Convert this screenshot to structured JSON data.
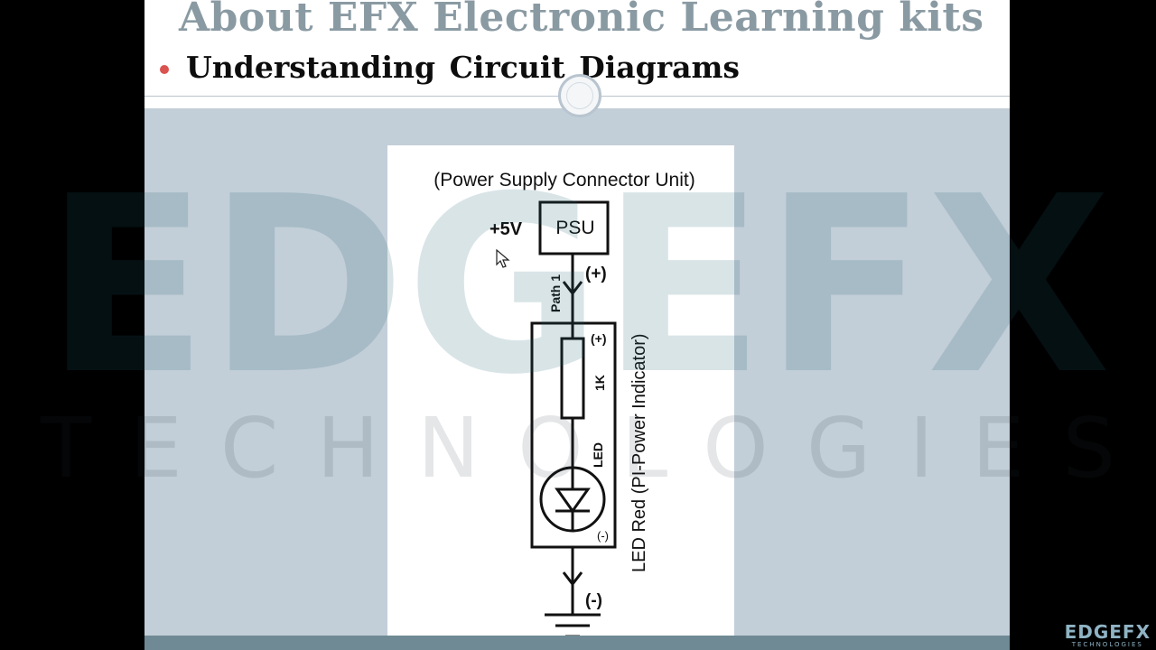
{
  "slide": {
    "title": "About EFX Electronic Learning kits",
    "subtitle": "Understanding  Circuit Diagrams"
  },
  "diagram": {
    "heading": "(Power Supply Connector Unit)",
    "voltage_label": "+5V",
    "psu_label": "PSU",
    "path_label": "Path 1",
    "plus_outer": "(+)",
    "plus_inner": "(+)",
    "resistor_value": "1K",
    "led_label": "LED",
    "minus_inner": "(-)",
    "module_label": "LED Red (PI-Power Indicator)",
    "minus_outer": "(-)"
  },
  "watermark": {
    "brand": "EDGEFX",
    "tagline": "TECHNOLOGIES"
  },
  "corner_logo": {
    "brand": "EDGEFX",
    "tagline": "TECHNOLOGIES"
  },
  "colors": {
    "title": "#8a9aa3",
    "bullet": "#d9534f",
    "slide_bg": "#c2ced8",
    "watermark": "#1f5f6e",
    "logo": "#8fb3c4"
  }
}
